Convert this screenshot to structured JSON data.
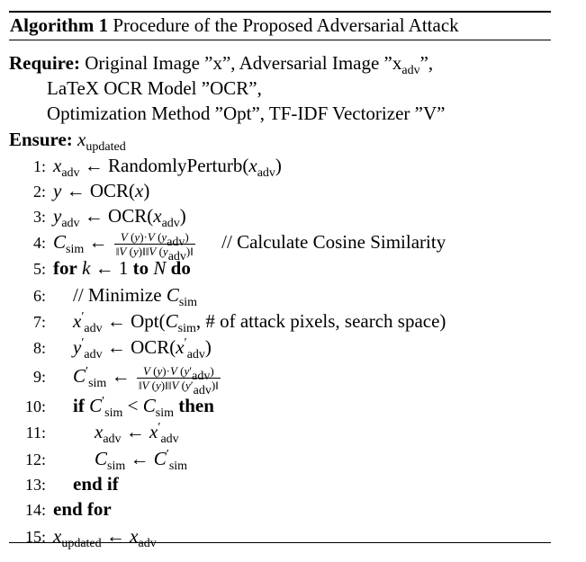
{
  "caption": {
    "label": "Algorithm 1",
    "title": "Procedure of the Proposed Adversarial Attack"
  },
  "require": {
    "label": "Require:",
    "line1": "Original Image ”x”, Adversarial Image ”x",
    "line1_sub": "adv",
    "line1_end": "”,",
    "line2": "LaTeX OCR Model ”OCR”,",
    "line3": "Optimization Method ”Opt”, TF-IDF Vectorizer ”V”"
  },
  "ensure": {
    "label": "Ensure:",
    "var": "x",
    "sub": "updated"
  },
  "lines": [
    {
      "n": "1:"
    },
    {
      "n": "2:"
    },
    {
      "n": "3:"
    },
    {
      "n": "4:"
    },
    {
      "n": "5:"
    },
    {
      "n": "6:"
    },
    {
      "n": "7:"
    },
    {
      "n": "8:"
    },
    {
      "n": "9:"
    },
    {
      "n": "10:"
    },
    {
      "n": "11:"
    },
    {
      "n": "12:"
    },
    {
      "n": "13:"
    },
    {
      "n": "14:"
    },
    {
      "n": "15:"
    }
  ],
  "text": {
    "l1_fn": "RandomlyPerturb",
    "l2_fn": "OCR",
    "l4_comment": "// Calculate Cosine Similarity",
    "l5_for": "for",
    "l5_to": "to",
    "l5_do": "do",
    "l6_comment": "// Minimize",
    "l7_fn": "Opt",
    "l7_args": "# of attack pixels, search space)",
    "l10_if": "if",
    "l10_then": "then",
    "l13": "end if",
    "l14": "end for",
    "sub_adv": "adv",
    "sub_sim": "sim",
    "sub_updated": "updated"
  }
}
